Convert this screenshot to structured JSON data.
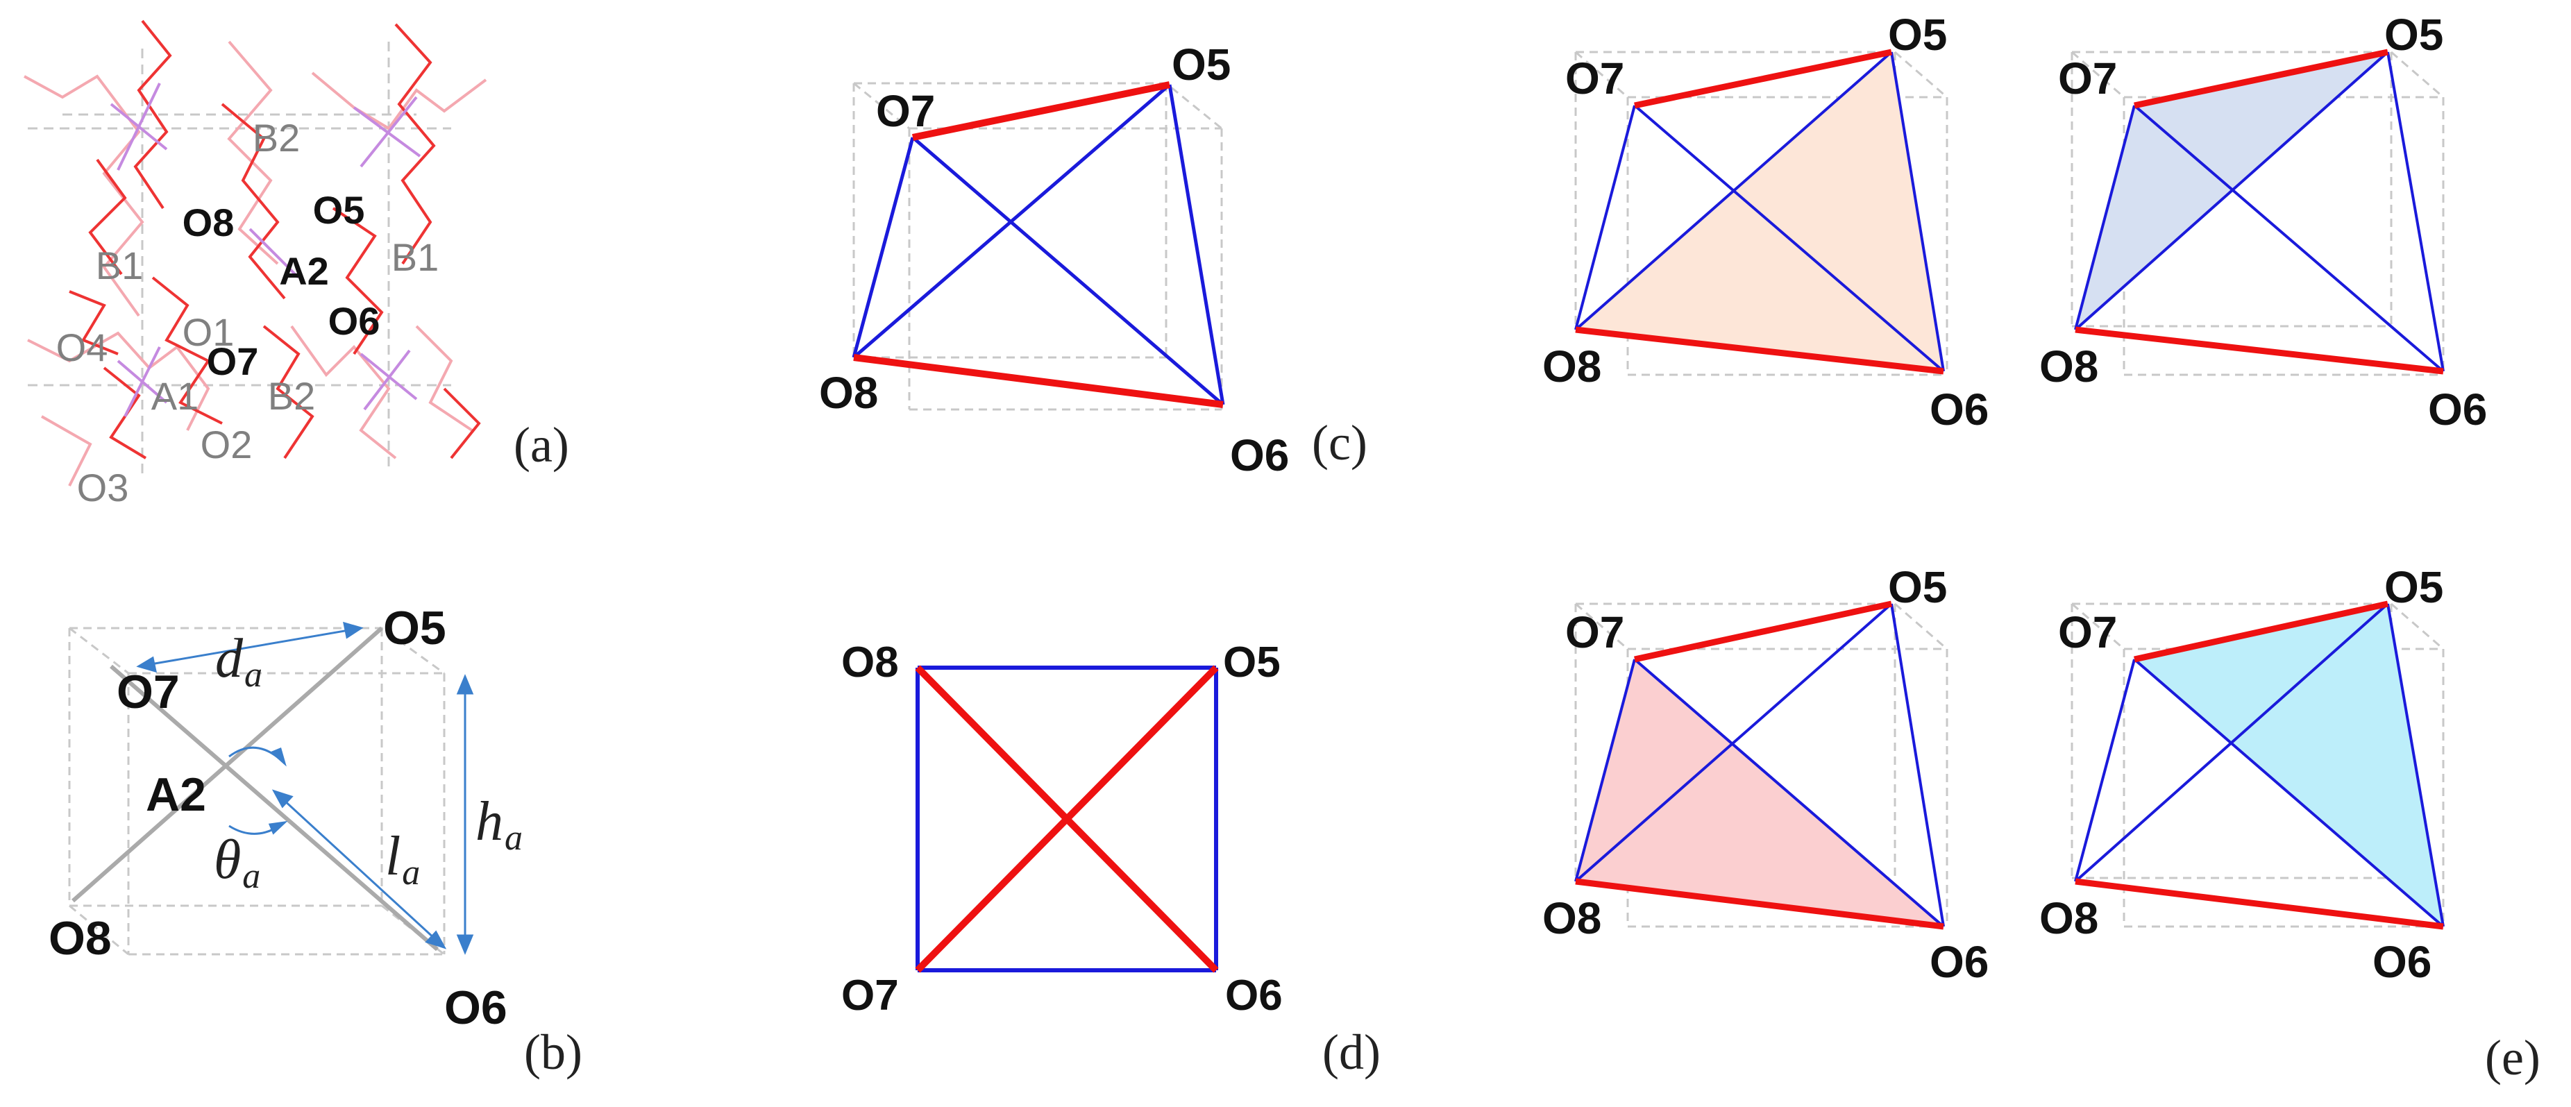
{
  "panels": {
    "a": {
      "label": "(a)",
      "atoms": [
        "B2",
        "O8",
        "O5",
        "B1",
        "A2",
        "B1",
        "O1",
        "O6",
        "O4",
        "O7",
        "A1",
        "B2",
        "O2",
        "O3"
      ]
    },
    "b": {
      "label": "(b)",
      "atoms": {
        "o5": "O5",
        "o7": "O7",
        "a2": "A2",
        "o8": "O8",
        "o6": "O6"
      },
      "symbols": {
        "d": {
          "base": "d",
          "sub": "a"
        },
        "h": {
          "base": "h",
          "sub": "a"
        },
        "theta": {
          "base": "θ",
          "sub": "a"
        },
        "l": {
          "base": "l",
          "sub": "a"
        }
      }
    },
    "c": {
      "label": "(c)",
      "atoms": {
        "o7": "O7",
        "o5": "O5",
        "o8": "O8",
        "o6": "O6"
      }
    },
    "d": {
      "label": "(d)",
      "atoms": {
        "o8": "O8",
        "o5": "O5",
        "o7": "O7",
        "o6": "O6"
      }
    },
    "e": {
      "label": "(e)",
      "atoms": {
        "o7": "O7",
        "o5": "O5",
        "o8": "O8",
        "o6": "O6"
      }
    }
  },
  "colors": {
    "edge_red": "#ee1111",
    "edge_blue": "#1a1adb",
    "face_peach": "#fde6d8",
    "face_lavender": "#d6e0f2",
    "face_pink": "#fbcfd0",
    "face_cyan": "#bdeefa",
    "guide_gray": "#c8c8c8",
    "bond_gray": "#aaaaaa",
    "arrow_blue": "#3a7fcc",
    "lattice_red": "#ee3333",
    "lattice_pink": "#f4a8b0",
    "lattice_violet": "#c58ae0",
    "label_gray": "#808080"
  }
}
